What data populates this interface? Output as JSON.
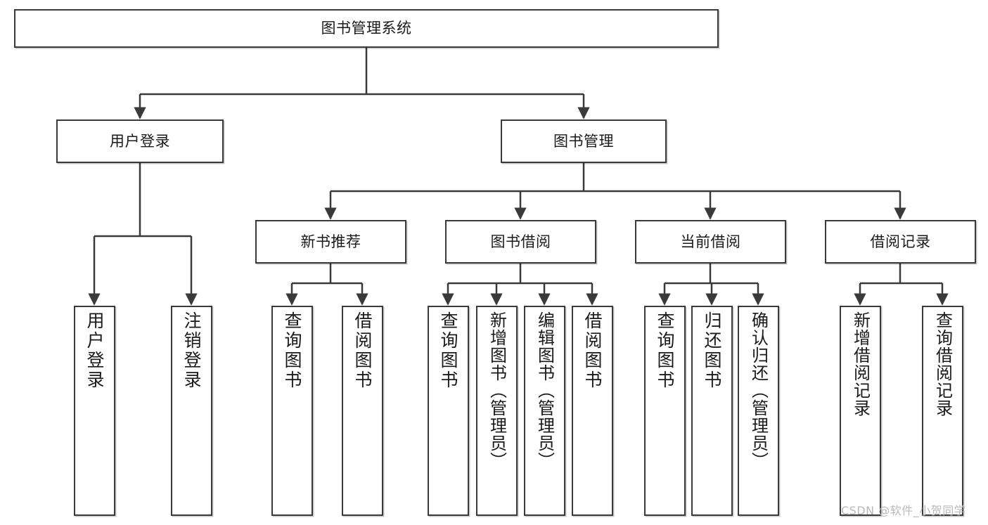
{
  "diagram": {
    "title": "图书管理系统",
    "watermark": "CSDN @软件_小贺同学",
    "root": {
      "label": "图书管理系统"
    },
    "level2": [
      {
        "label": "用户登录"
      },
      {
        "label": "图书管理"
      }
    ],
    "level3": [
      {
        "label": "新书推荐"
      },
      {
        "label": "图书借阅"
      },
      {
        "label": "当前借阅"
      },
      {
        "label": "借阅记录"
      }
    ],
    "leaves": {
      "user_login": [
        {
          "label": "用户登录"
        },
        {
          "label": "注销登录"
        }
      ],
      "new_book": [
        {
          "label": "查询图书"
        },
        {
          "label": "借阅图书"
        }
      ],
      "book_borrow": [
        {
          "label": "查询图书"
        },
        {
          "label": "新增图书（管理员）"
        },
        {
          "label": "编辑图书（管理员）"
        },
        {
          "label": "借阅图书"
        }
      ],
      "current_borrow": [
        {
          "label": "查询图书"
        },
        {
          "label": "归还图书"
        },
        {
          "label": "确认归还（管理员）"
        }
      ],
      "borrow_record": [
        {
          "label": "新增借阅记录"
        },
        {
          "label": "查询借阅记录"
        }
      ]
    },
    "colors": {
      "stroke": "#3a3a3a",
      "background": "#ffffff",
      "text": "#1a1a1a",
      "watermark": "#b9b9b9"
    }
  }
}
